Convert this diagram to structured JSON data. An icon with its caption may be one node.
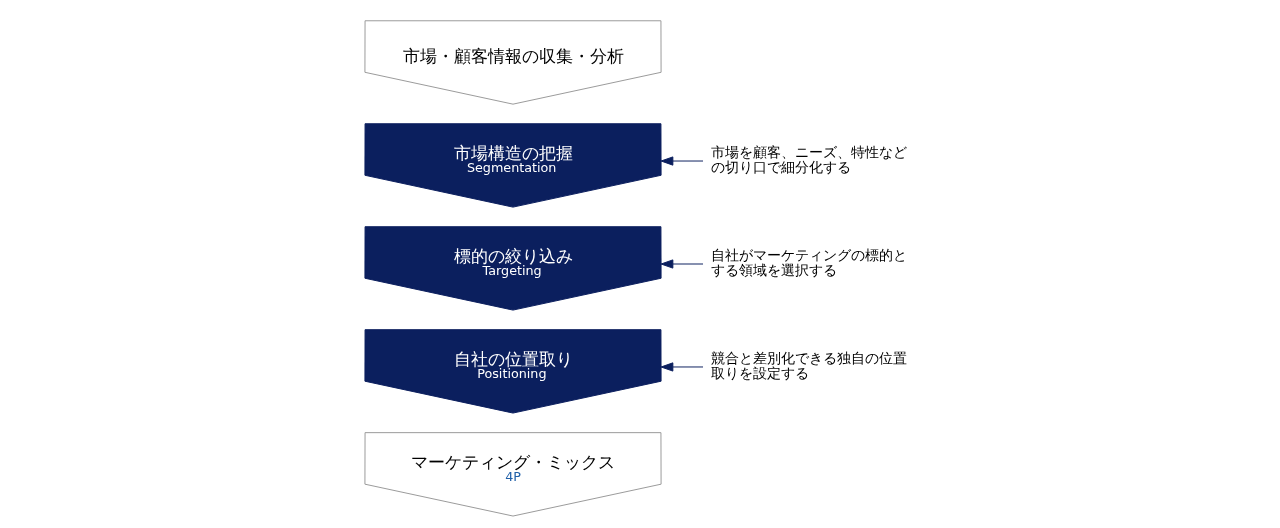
{
  "diagram": {
    "nodes": [
      {
        "text": [
          "市場・顧客情報の収集・分析"
        ]
      },
      {
        "text": [
          "市場構造の把握",
          "Segmentation"
        ]
      },
      {
        "text": [
          "市場を顧客、ニーズ、特性などの切り口で細分化する"
        ]
      },
      {
        "text": [
          "標的の絞り込み",
          "Targeting"
        ]
      },
      {
        "text": [
          "自社がマーケティングの標的とする領域を選択する"
        ]
      },
      {
        "text": [
          "自社の位置取り",
          "Positioning"
        ]
      },
      {
        "text": [
          "競合と差別化できる独自の位置取りを設定する"
        ]
      },
      {
        "text": [
          "マーケティング・ミックス",
          "4P"
        ]
      }
    ],
    "edges": [
      {
        "from": 2,
        "to": 1,
        "arrow": "to"
      },
      {
        "from": 4,
        "to": 3,
        "arrow": "to"
      },
      {
        "from": 6,
        "to": 5,
        "arrow": "to"
      }
    ]
  }
}
